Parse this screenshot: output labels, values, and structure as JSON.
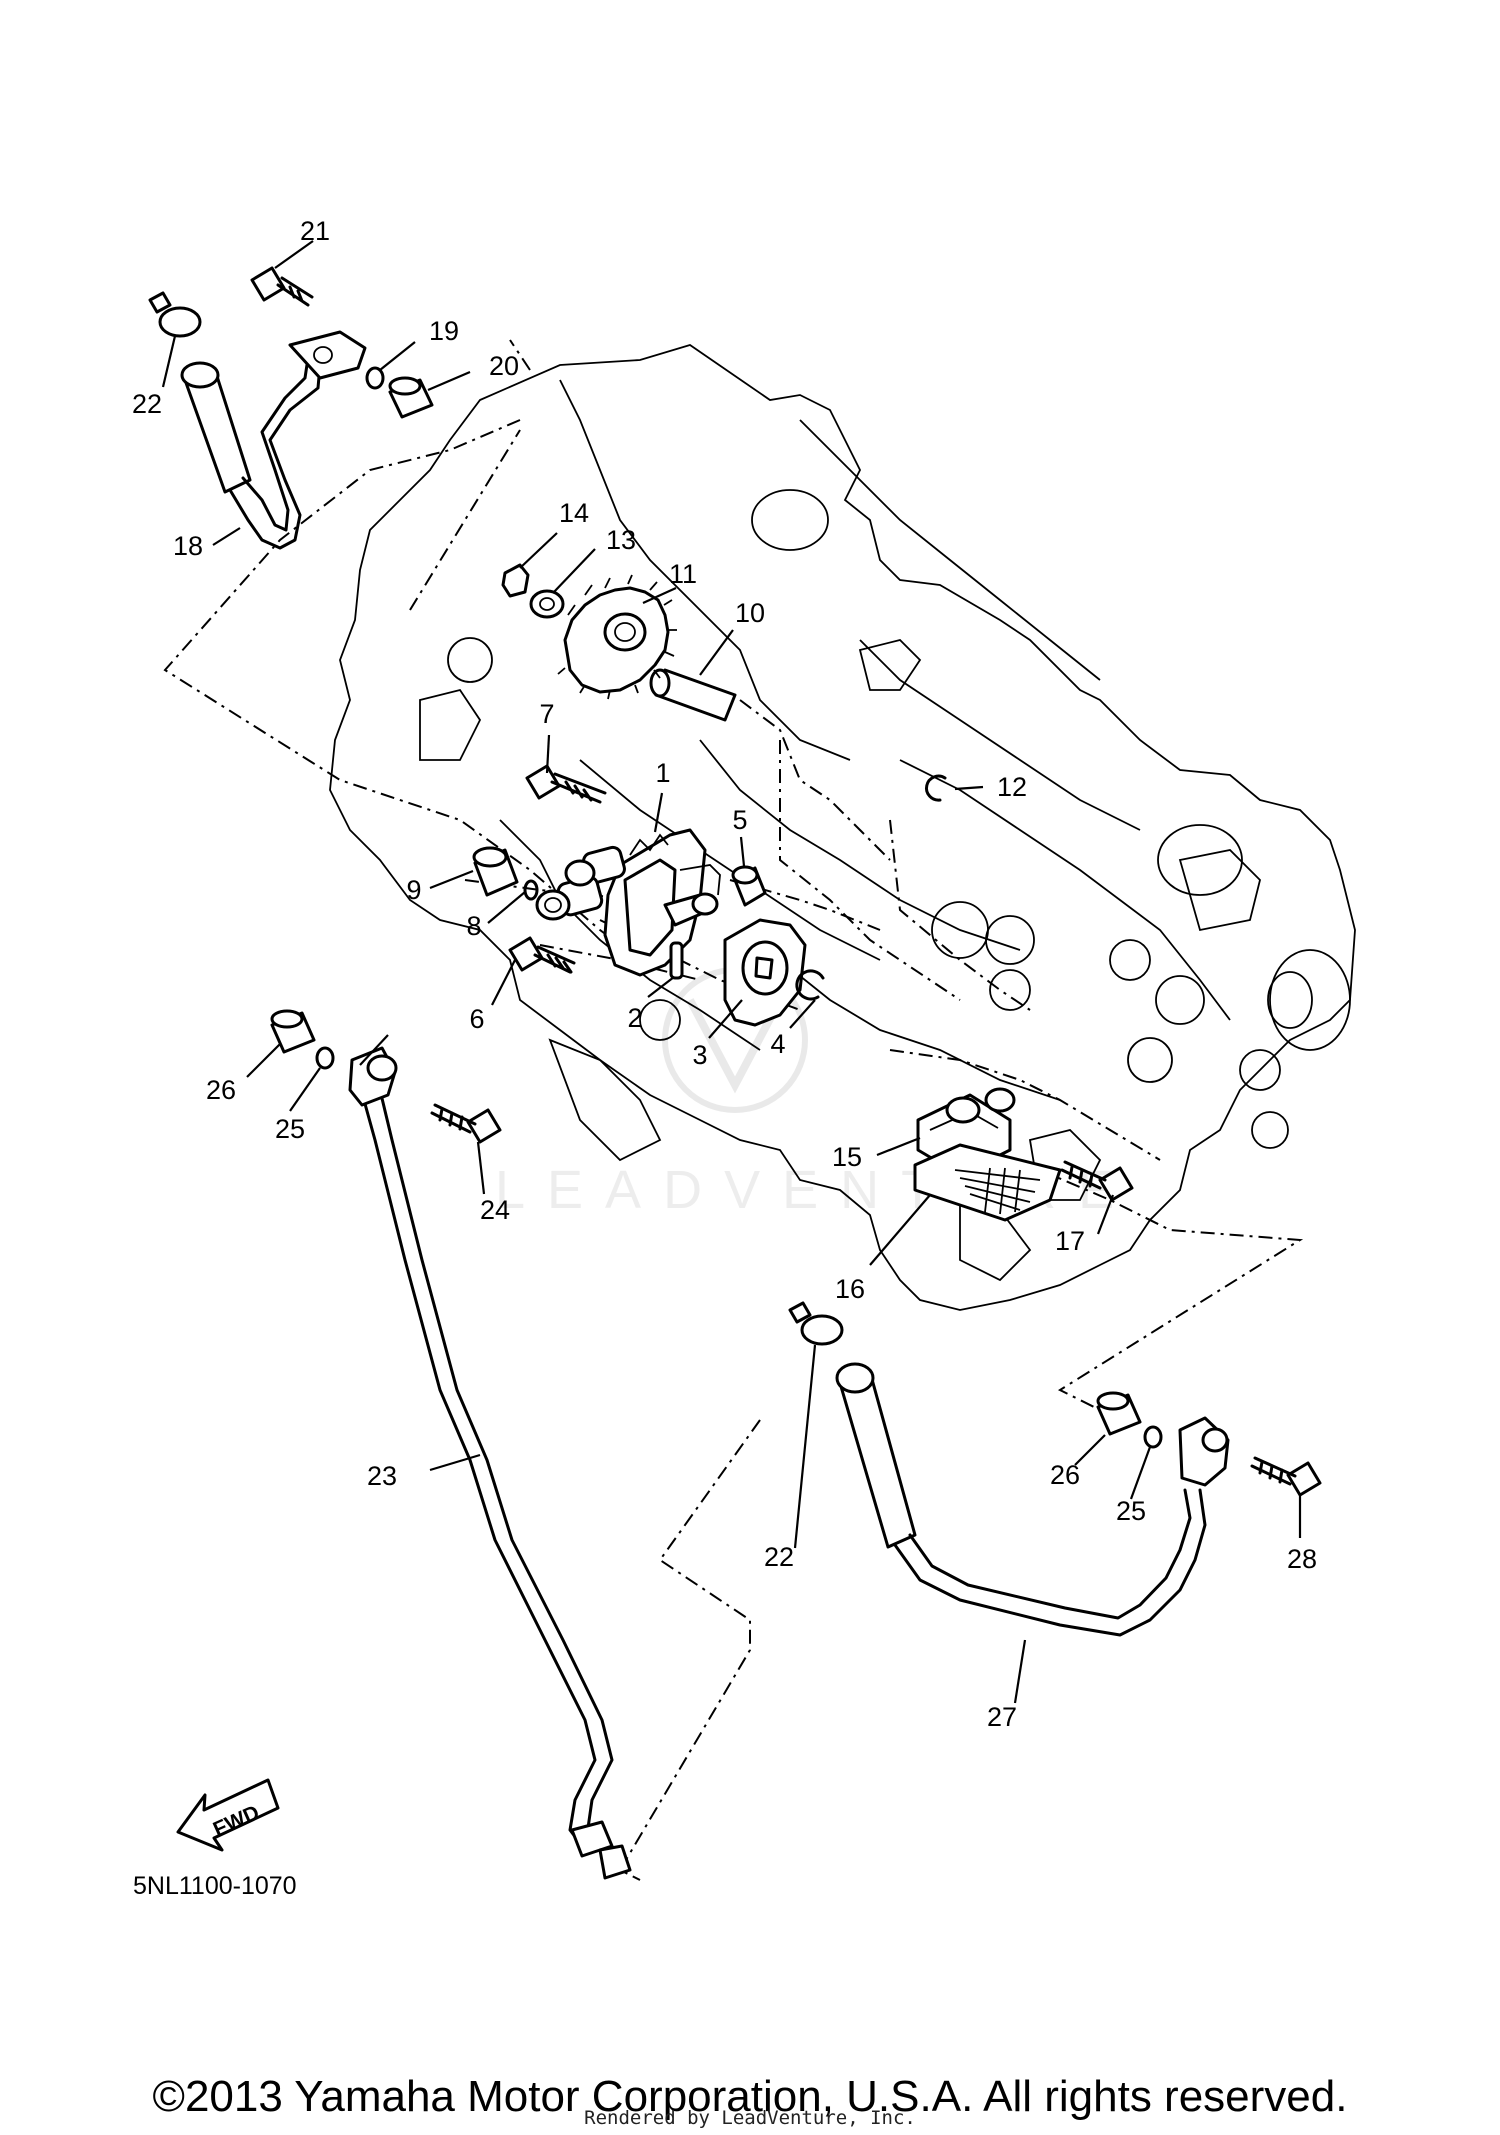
{
  "diagram": {
    "part_code": "5NL1100-1070",
    "forward_label": "FWD",
    "watermark": "LEADVENTURE",
    "callouts": {
      "c1": "1",
      "c2": "2",
      "c3": "3",
      "c4": "4",
      "c5": "5",
      "c6": "6",
      "c7": "7",
      "c8": "8",
      "c9": "9",
      "c10": "10",
      "c11": "11",
      "c12": "12",
      "c13": "13",
      "c14": "14",
      "c15": "15",
      "c16": "16",
      "c17": "17",
      "c18": "18",
      "c19": "19",
      "c20": "20",
      "c21": "21",
      "c22a": "22",
      "c22b": "22",
      "c23": "23",
      "c24": "24",
      "c25a": "25",
      "c25b": "25",
      "c26a": "26",
      "c26b": "26",
      "c27": "27",
      "c28": "28"
    }
  },
  "footer": {
    "copyright": "©2013 Yamaha Motor Corporation, U.S.A. All rights reserved.",
    "rendered_by": "Rendered by LeadVenture, Inc."
  }
}
